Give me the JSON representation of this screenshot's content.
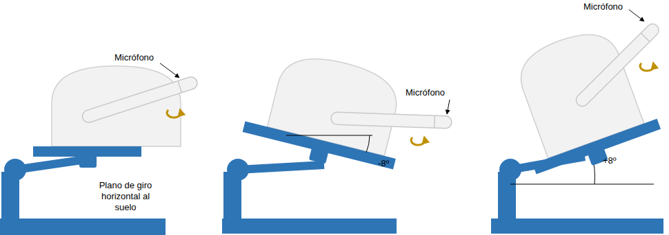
{
  "diagram": {
    "labels": [
      "Micrófono",
      "Plano de giro horizontal al suelo",
      "Micrófono",
      "-8º",
      "Micrófono",
      "+8º"
    ]
  }
}
